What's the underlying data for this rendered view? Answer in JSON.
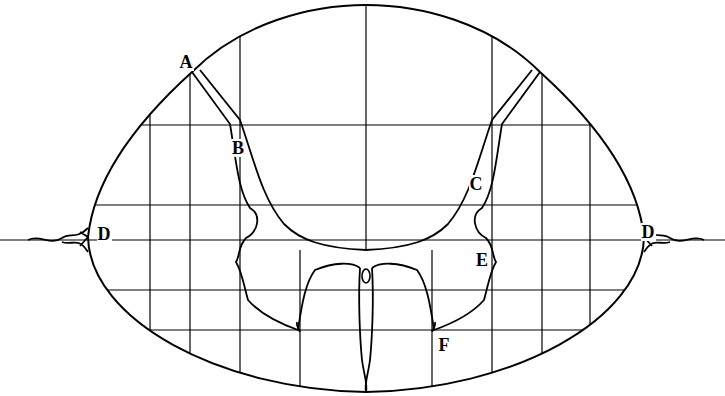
{
  "diagram": {
    "labels": [
      "A",
      "B",
      "C",
      "D",
      "D",
      "E",
      "F"
    ]
  }
}
